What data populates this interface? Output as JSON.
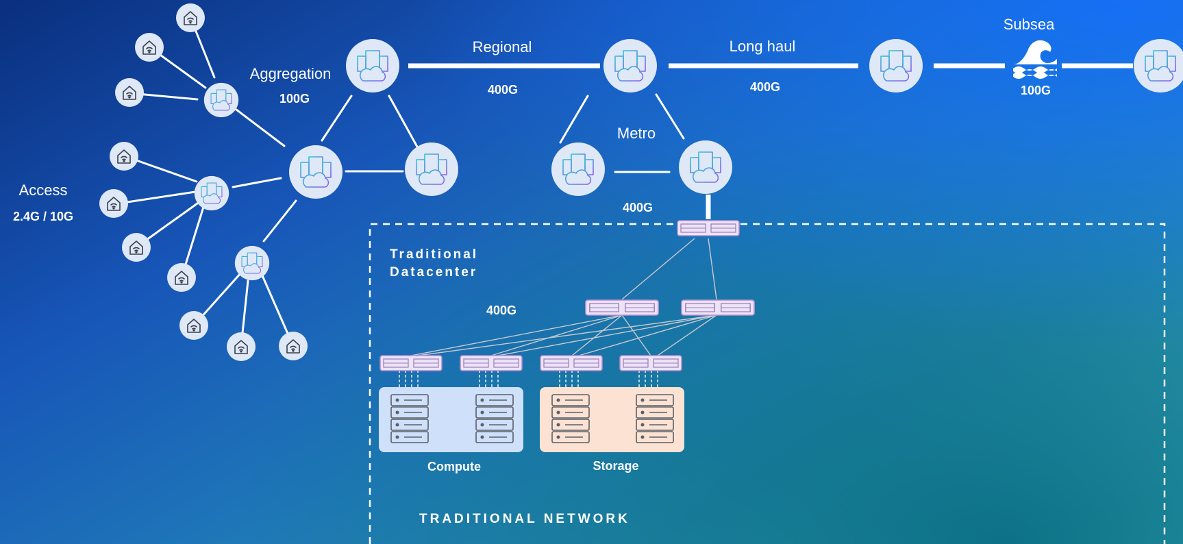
{
  "labels": {
    "access": "Access",
    "access_speed": "2.4G / 10G",
    "aggregation": "Aggregation",
    "aggregation_speed": "100G",
    "regional": "Regional",
    "regional_speed": "400G",
    "long_haul": "Long haul",
    "long_haul_speed": "400G",
    "subsea": "Subsea",
    "subsea_speed": "100G",
    "metro": "Metro",
    "metro_speed": "400G",
    "datacenter_line1": "Traditional",
    "datacenter_line2": "Datacenter",
    "fabric_speed": "400G",
    "compute": "Compute",
    "storage": "Storage",
    "network_title": "TRADITIONAL NETWORK"
  },
  "colors": {
    "node_fill": "#dfe8f6",
    "switch_fill": "#ece3f7",
    "compute_panel": "#cfe0fb",
    "storage_panel": "#fbe2d2",
    "icon_gradient_start": "#2ec5d3",
    "icon_gradient_end": "#8a5cf0"
  },
  "icons": {
    "access_node": "home-wifi-icon",
    "network_node": "datacenter-cloud-icon",
    "subsea": "wave-icon",
    "switch": "switch-icon",
    "server": "server-rack-icon"
  }
}
